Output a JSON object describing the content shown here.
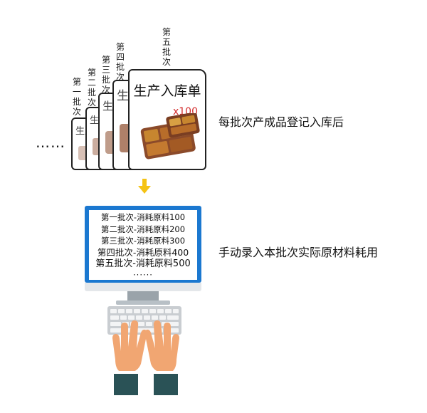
{
  "batches": [
    {
      "label": "第一批次",
      "stub": "生产"
    },
    {
      "label": "第二批次",
      "stub": "生产"
    },
    {
      "label": "第三批次",
      "stub": "生"
    },
    {
      "label": "第四批次",
      "stub": "生"
    },
    {
      "label": "第五批次"
    }
  ],
  "form": {
    "title": "生产入库单",
    "count": "x100"
  },
  "ellipsis_left": "……",
  "caption_top": "每批次产成品登记入库后",
  "caption_bottom": "手动录入本批次实际原材料耗用",
  "screen_lines": [
    "第一批次-消耗原料100",
    "第二批次-消耗原料200",
    "第三批次-消耗原料300",
    "第四批次-消耗原料400",
    "第五批次-消耗原料500"
  ],
  "screen_ellipsis": "······",
  "colors": {
    "arrow": "#f5c314",
    "accent_red": "#d32b2b",
    "monitor_blue": "#1b78d0",
    "tray": "#8b4a2a",
    "sleeve": "#2a5256",
    "skin": "#f1a672"
  }
}
